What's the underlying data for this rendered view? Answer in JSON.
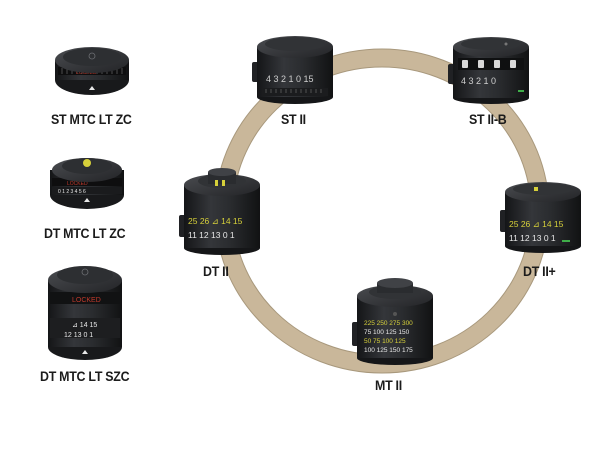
{
  "colors": {
    "ring": "#c9b79a",
    "ring_edge": "#a8987c",
    "turret_dark": "#1c1d1f",
    "turret_mid": "#2c2e31",
    "turret_top": "#3a3c40",
    "scale_white": "#e8e8e8",
    "scale_yellow": "#d6d03a",
    "scale_red": "#c23a2c",
    "accent_green": "#3fae49"
  },
  "labels": {
    "st_mtc_lt_zc": "ST MTC LT ZC",
    "dt_mtc_lt_zc": "DT MTC LT ZC",
    "dt_mtc_lt_szc": "DT MTC LT SZC",
    "st_ii": "ST II",
    "st_ii_b": "ST II-B",
    "dt_ii": "DT II",
    "dt_ii_plus": "DT II+",
    "mt_ii": "MT II"
  },
  "turret_markings": {
    "st_ii_scale": "4  3  2  1  0  15",
    "st_ii_b_scale": "4  3  2  1  0",
    "dt_ii_upper": "25  26  ⊿  14  15",
    "dt_ii_lower": "11  12  13  0  1",
    "dt_ii_plus_upper": "25  26  ⊿  14  15",
    "dt_ii_plus_lower": "11  12  13  0  1",
    "szc_upper": "⊿  14  15",
    "szc_lower": "12  13  0  1",
    "locking_mark": "LOCKED",
    "mt_ii_rows": [
      "225  250  275  300",
      "75  100  125  150",
      "50  75  100  125",
      "100  125  150  175"
    ]
  }
}
